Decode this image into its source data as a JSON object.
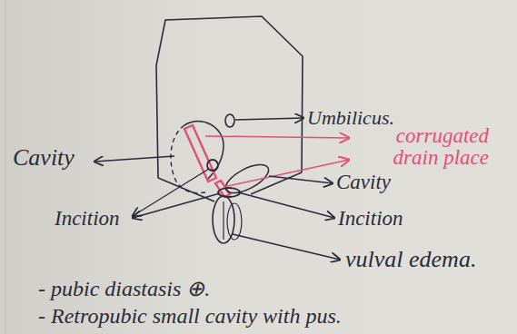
{
  "diagram": {
    "labels": [
      "Umbilicus.",
      "corrugated drain place",
      "Cavity",
      "Cavity",
      "Incition",
      "Incition",
      "vulval edema.",
      "- pubic diastasis ⊕.",
      "- Retropubic small cavity with pus."
    ]
  }
}
